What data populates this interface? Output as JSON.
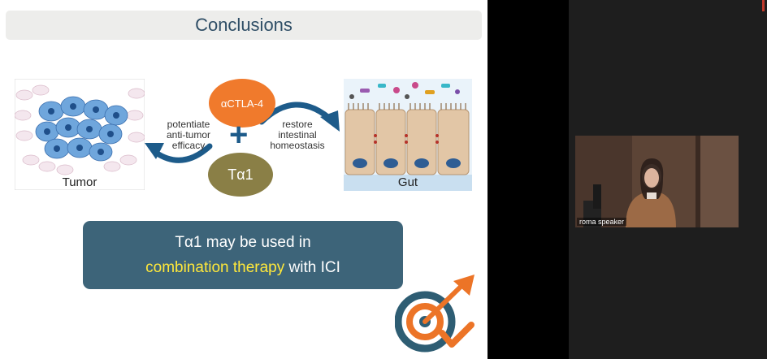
{
  "slide": {
    "title": "Conclusions",
    "tumor_label": "Tumor",
    "gut_label": "Gut",
    "left_arrow_text": [
      "potentiate",
      "anti-tumor",
      "efficacy"
    ],
    "right_arrow_text": [
      "restore",
      "intestinal",
      "homeostasis"
    ],
    "drug_ctla4": "αCTLA-4",
    "drug_ta1": "Tα1",
    "conclusion_line1": "Tα1 may be used in",
    "conclusion_highlight": "combination therapy",
    "conclusion_rest": " with ICI",
    "colors": {
      "title_text": "#2f4e66",
      "ctla4_fill": "#f07a2c",
      "ta1_fill": "#8a7f46",
      "arrow_blue": "#1d5b8a",
      "box_fill": "#3d6479",
      "highlight": "#ffe83a"
    }
  },
  "participant": {
    "name": "roma speaker"
  }
}
